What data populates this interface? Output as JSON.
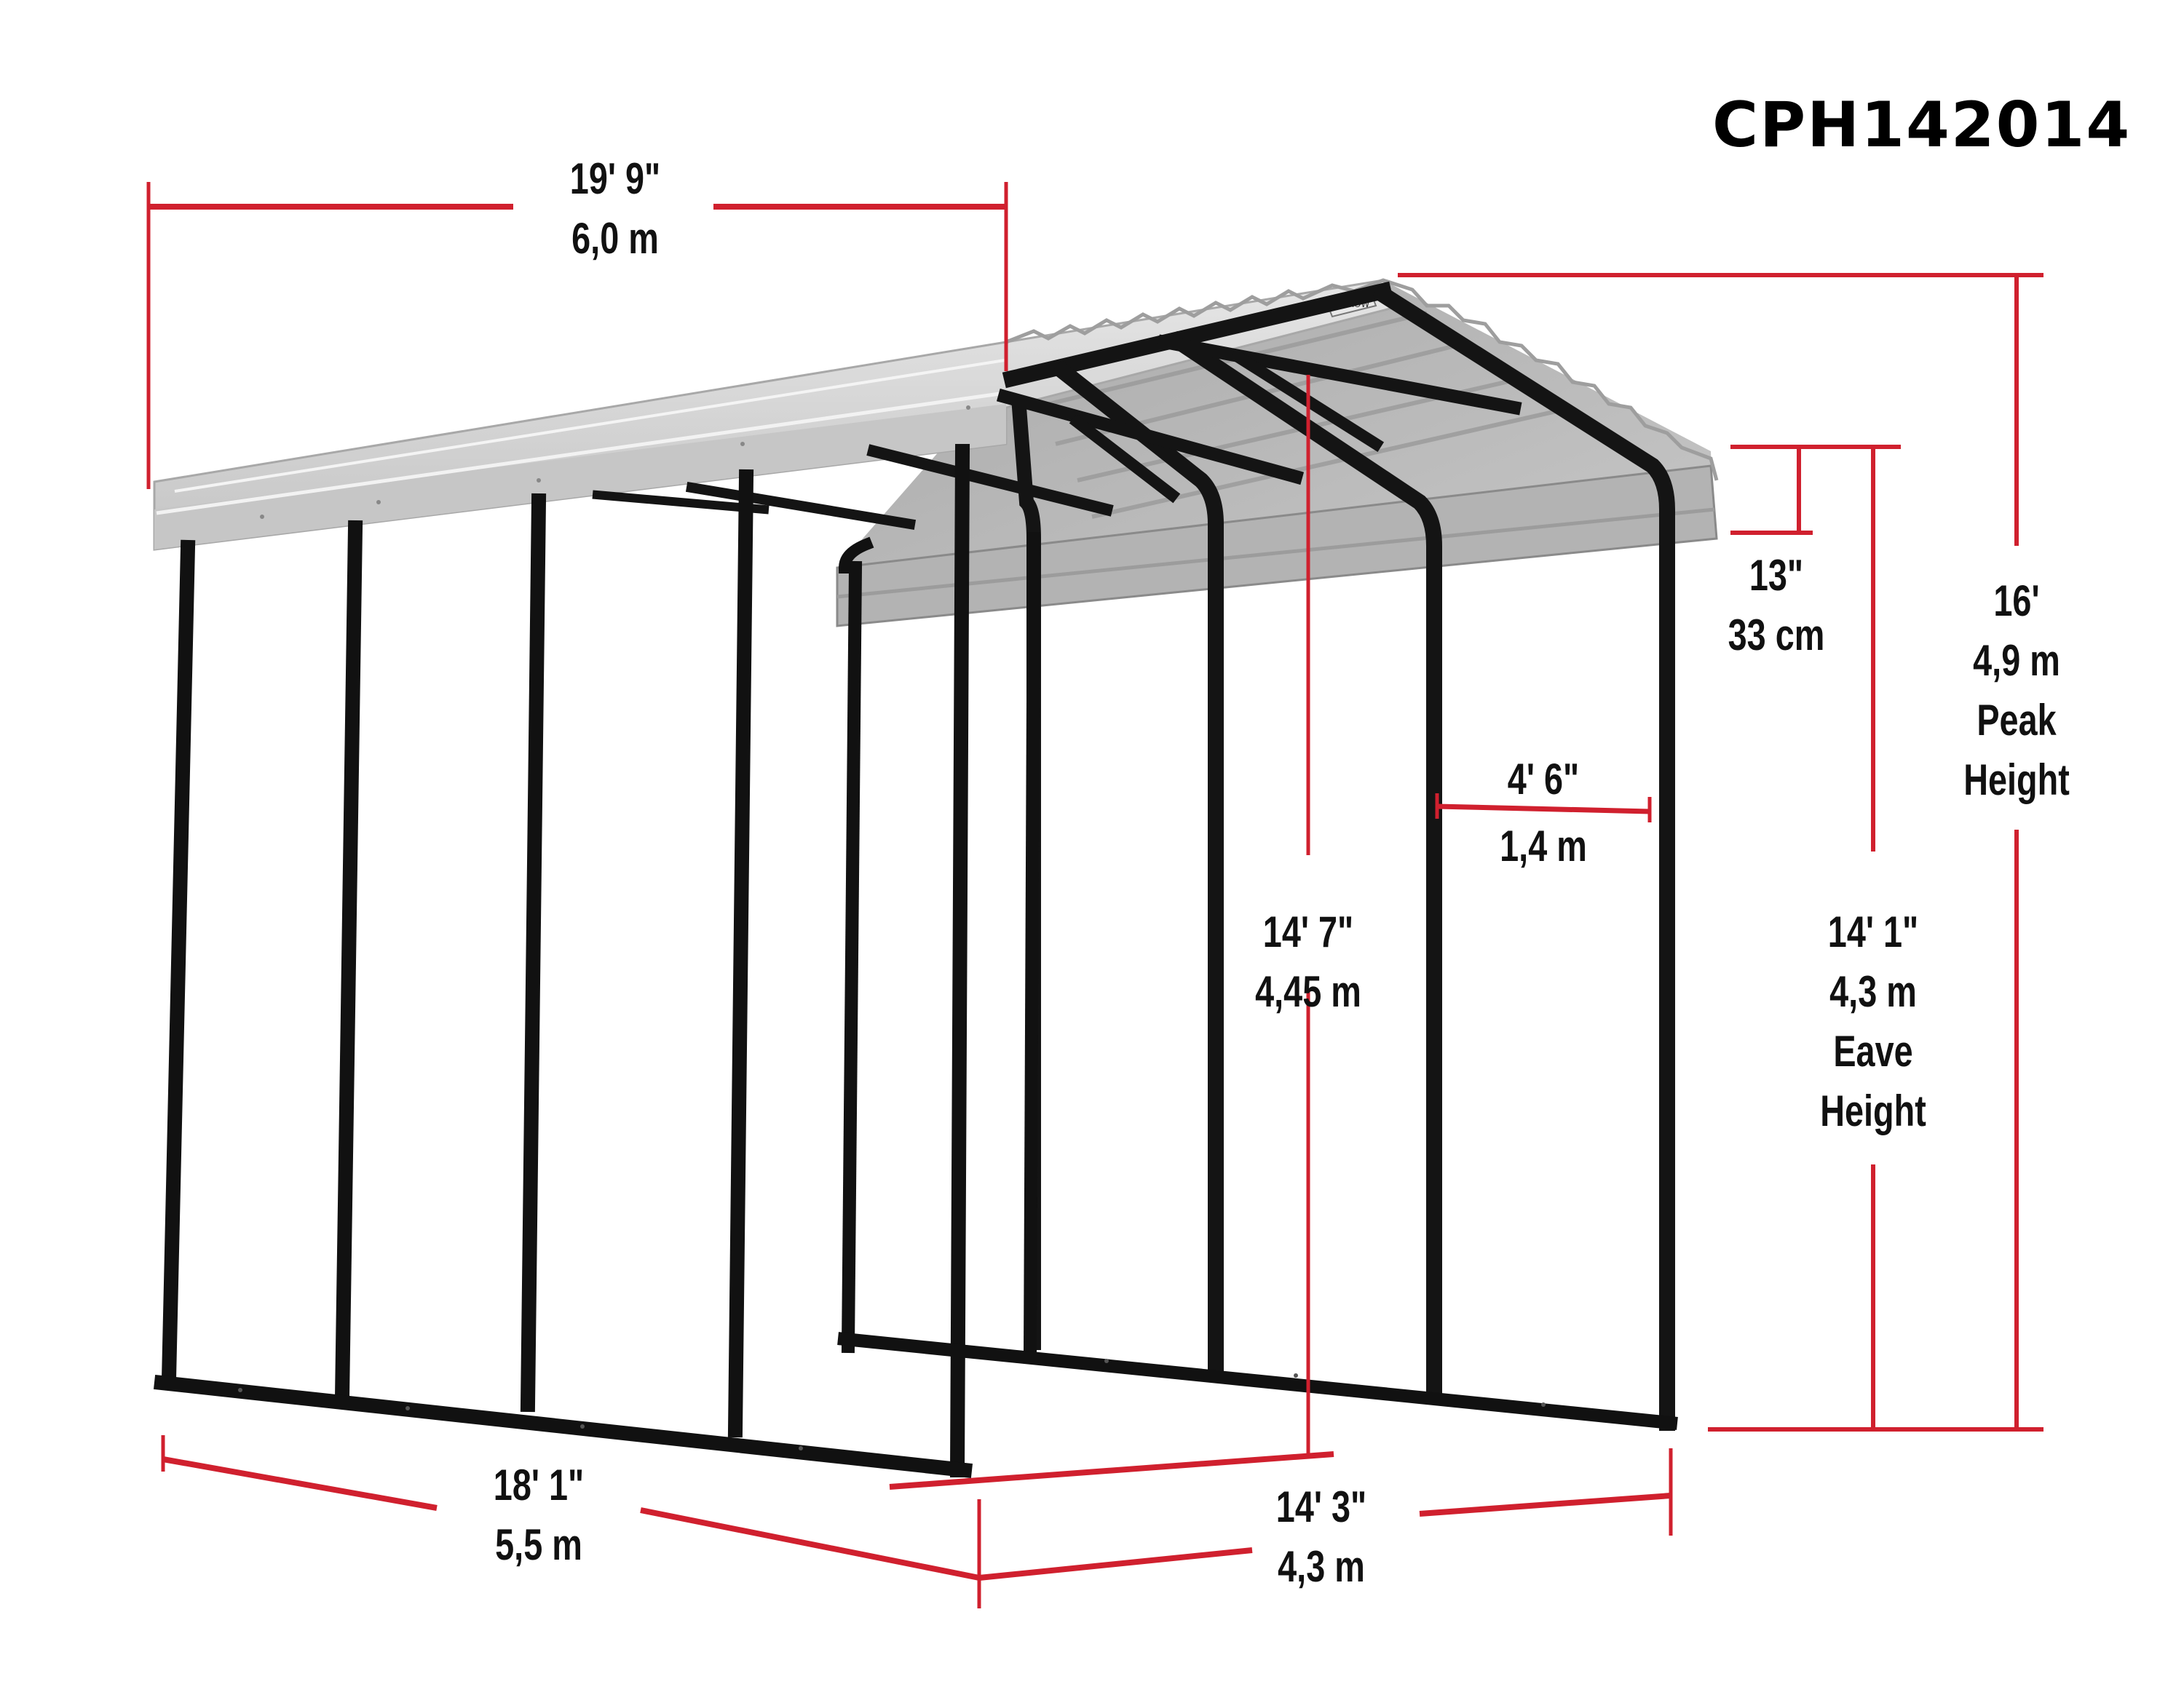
{
  "title": "CPH142014",
  "colors": {
    "dimension_line": "#d0202e",
    "frame": "#111111",
    "roof_light": "#d4d4d4",
    "roof_mid": "#b8b8b8",
    "roof_dark": "#8e8e8e",
    "background": "#ffffff"
  },
  "dimensions": {
    "roof_length": {
      "imperial": "19' 9\"",
      "metric": "6,0 m"
    },
    "overhang": {
      "imperial": "13\"",
      "metric": "33 cm"
    },
    "peak_height": {
      "imperial": "16'",
      "metric": "4,9 m",
      "caption_1": "Peak",
      "caption_2": "Height"
    },
    "leg_spacing": {
      "imperial": "4' 6\"",
      "metric": "1,4 m"
    },
    "center_clearance": {
      "imperial": "14' 7\"",
      "metric": "4,45 m"
    },
    "eave_height": {
      "imperial": "14' 1\"",
      "metric": "4,3 m",
      "caption_1": "Eave",
      "caption_2": "Height"
    },
    "base_length": {
      "imperial": "18' 1\"",
      "metric": "5,5 m"
    },
    "base_width": {
      "imperial": "14' 3\"",
      "metric": "4,3 m"
    }
  },
  "roof_badge": "ARROW"
}
